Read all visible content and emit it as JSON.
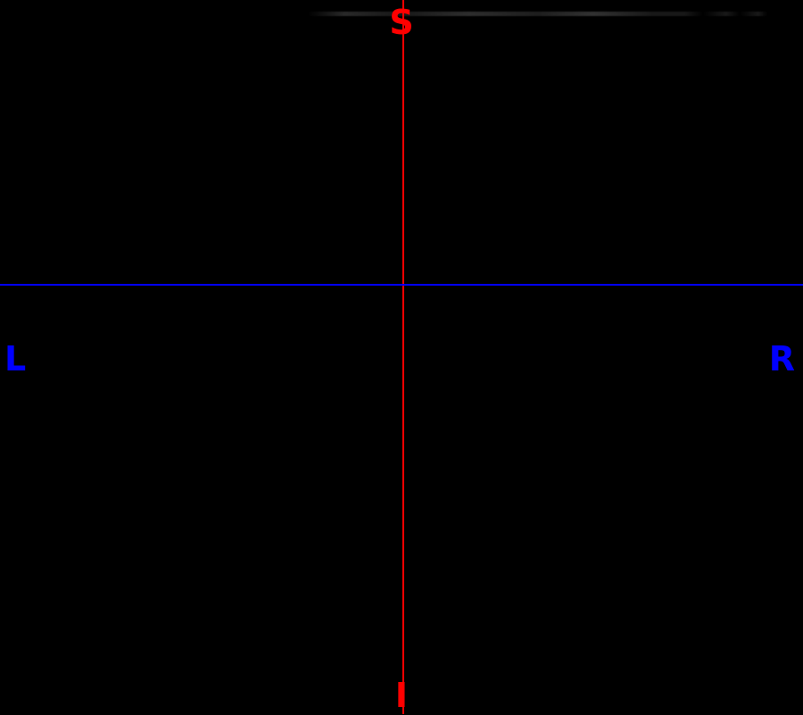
{
  "viewer": {
    "view": "coronal",
    "colors": {
      "background": "#000000",
      "vertical_crosshair": "#ff0000",
      "horizontal_crosshair": "#0000ff",
      "vertical_axis_labels": "#ff0000",
      "horizontal_axis_labels": "#0000ff"
    },
    "orientation_labels": {
      "top": "S",
      "bottom": "I",
      "left": "L",
      "right": "R"
    }
  }
}
